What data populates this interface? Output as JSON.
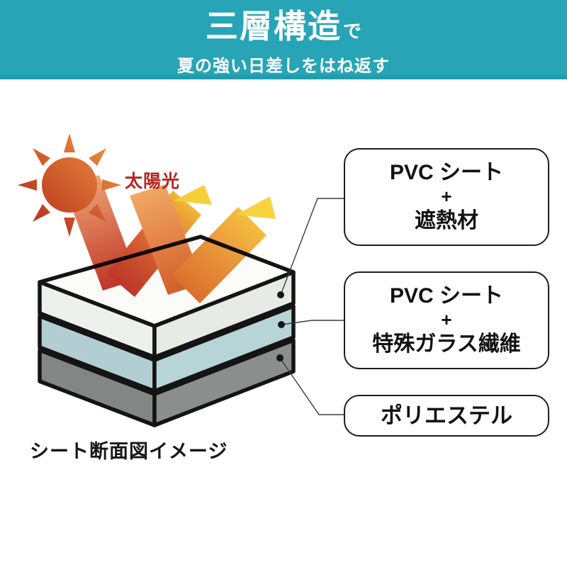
{
  "header": {
    "title_main": "三層構造",
    "title_suffix": "で",
    "subtitle": "夏の強い日差しをはね返す"
  },
  "diagram": {
    "sun_label": "太陽光",
    "caption": "シート断面図イメージ",
    "label_boxes": [
      {
        "line1": "PVC シート",
        "line2": "+",
        "line3": "遮熱材"
      },
      {
        "line1": "PVC シート",
        "line2": "+",
        "line3": "特殊ガラス繊維"
      },
      {
        "line1": "ポリエステル"
      }
    ],
    "colors": {
      "header_bg": "#27a4b6",
      "header_text": "#ffffff",
      "sun_label_text": "#b5231f",
      "layer_top": "#eef0ec",
      "layer_middle": "#b5d1d5",
      "layer_bottom": "#878a8b",
      "outline": "#141414",
      "arrow_red": "#c0392b",
      "arrow_orange": "#e2762f",
      "arrow_yellow": "#f6ce38"
    }
  }
}
